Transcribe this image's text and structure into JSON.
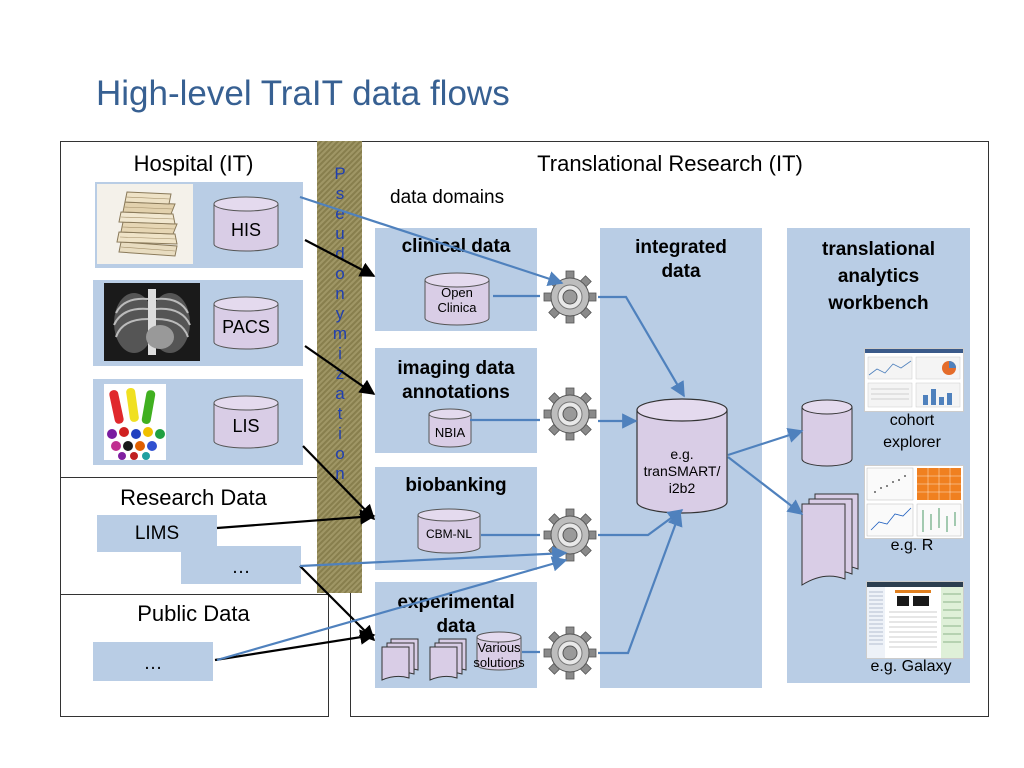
{
  "title": "High-level TraIT data flows",
  "hospital": {
    "heading": "Hospital (IT)",
    "systems": [
      {
        "label": "HIS",
        "image": "paper-records-stack"
      },
      {
        "label": "PACS",
        "image": "chest-xray"
      },
      {
        "label": "LIS",
        "image": "lab-test-tubes"
      }
    ]
  },
  "research": {
    "heading": "Research Data",
    "items": [
      "LIMS",
      "…"
    ]
  },
  "public": {
    "heading": "Public Data",
    "items": [
      "…"
    ]
  },
  "pseudonymization": {
    "letters": [
      "P",
      "s",
      "e",
      "u",
      "d",
      "o",
      "n",
      "y",
      "m",
      "i",
      "z",
      "a",
      "t",
      "i",
      "o",
      "n"
    ]
  },
  "translational": {
    "heading": "Translational Research (IT)",
    "domains_heading": "data domains",
    "domains": [
      {
        "label_lines": [
          "clinical data"
        ],
        "system": [
          "Open",
          "Clinica"
        ]
      },
      {
        "label_lines": [
          "imaging data",
          "annotations"
        ],
        "system": [
          "NBIA"
        ]
      },
      {
        "label_lines": [
          "biobanking"
        ],
        "system": [
          "CBM-NL"
        ]
      },
      {
        "label_lines": [
          "experimental",
          "data"
        ],
        "system": [
          "Various",
          "solutions"
        ]
      }
    ],
    "integrated": {
      "label_lines": [
        "integrated",
        "data"
      ],
      "db_lines": [
        "e.g.",
        "tranSMART/",
        "i2b2"
      ]
    },
    "workbench": {
      "label_lines": [
        "translational",
        "analytics",
        "workbench"
      ],
      "tools": [
        {
          "label_lines": [
            "cohort",
            "explorer"
          ]
        },
        {
          "label_lines": [
            "e.g. R"
          ]
        },
        {
          "label_lines": [
            "e.g. Galaxy"
          ]
        }
      ]
    }
  },
  "colors": {
    "title": "#376092",
    "box_fill": "#b9cde5",
    "cylinder_fill": "#d9cde6",
    "flow_blue": "#4f81bd",
    "pseudo_band": "#948a54",
    "pseudo_text": "#1f3fb0"
  },
  "icons": [
    "gear-icon",
    "database-cylinder-icon",
    "document-stack-icon"
  ]
}
